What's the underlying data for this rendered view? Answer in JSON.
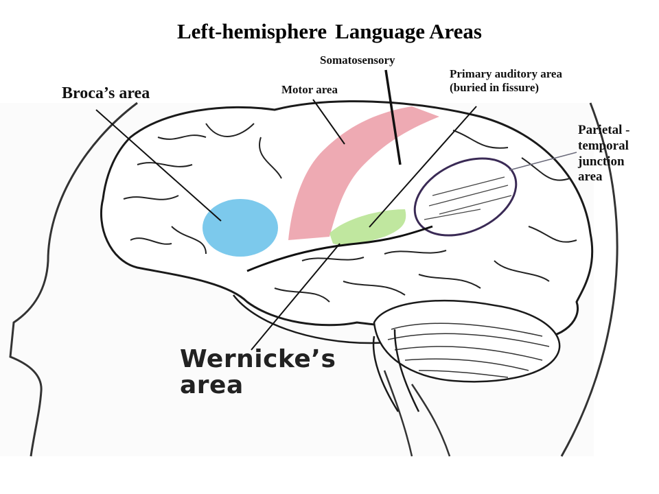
{
  "title": {
    "part1": "Left-hemisphere",
    "part2": "Language Areas"
  },
  "labels": {
    "broca": "Broca’s area",
    "somatosensory": "Somatosensory",
    "motor": "Motor area",
    "auditory_line1": "Primary auditory area",
    "auditory_line2": "(buried in fissure)",
    "parietal_line1": "Parietal -",
    "parietal_line2": "temporal",
    "parietal_line3": "junction",
    "parietal_line4": "area",
    "wernicke_line1": "Wernicke’s",
    "wernicke_line2": "area"
  },
  "colors": {
    "broca_region": "#6ec3ea",
    "motor_region": "#e88e9a",
    "wernicke_region": "#b5e38e",
    "outline": "#1a1a1a"
  }
}
